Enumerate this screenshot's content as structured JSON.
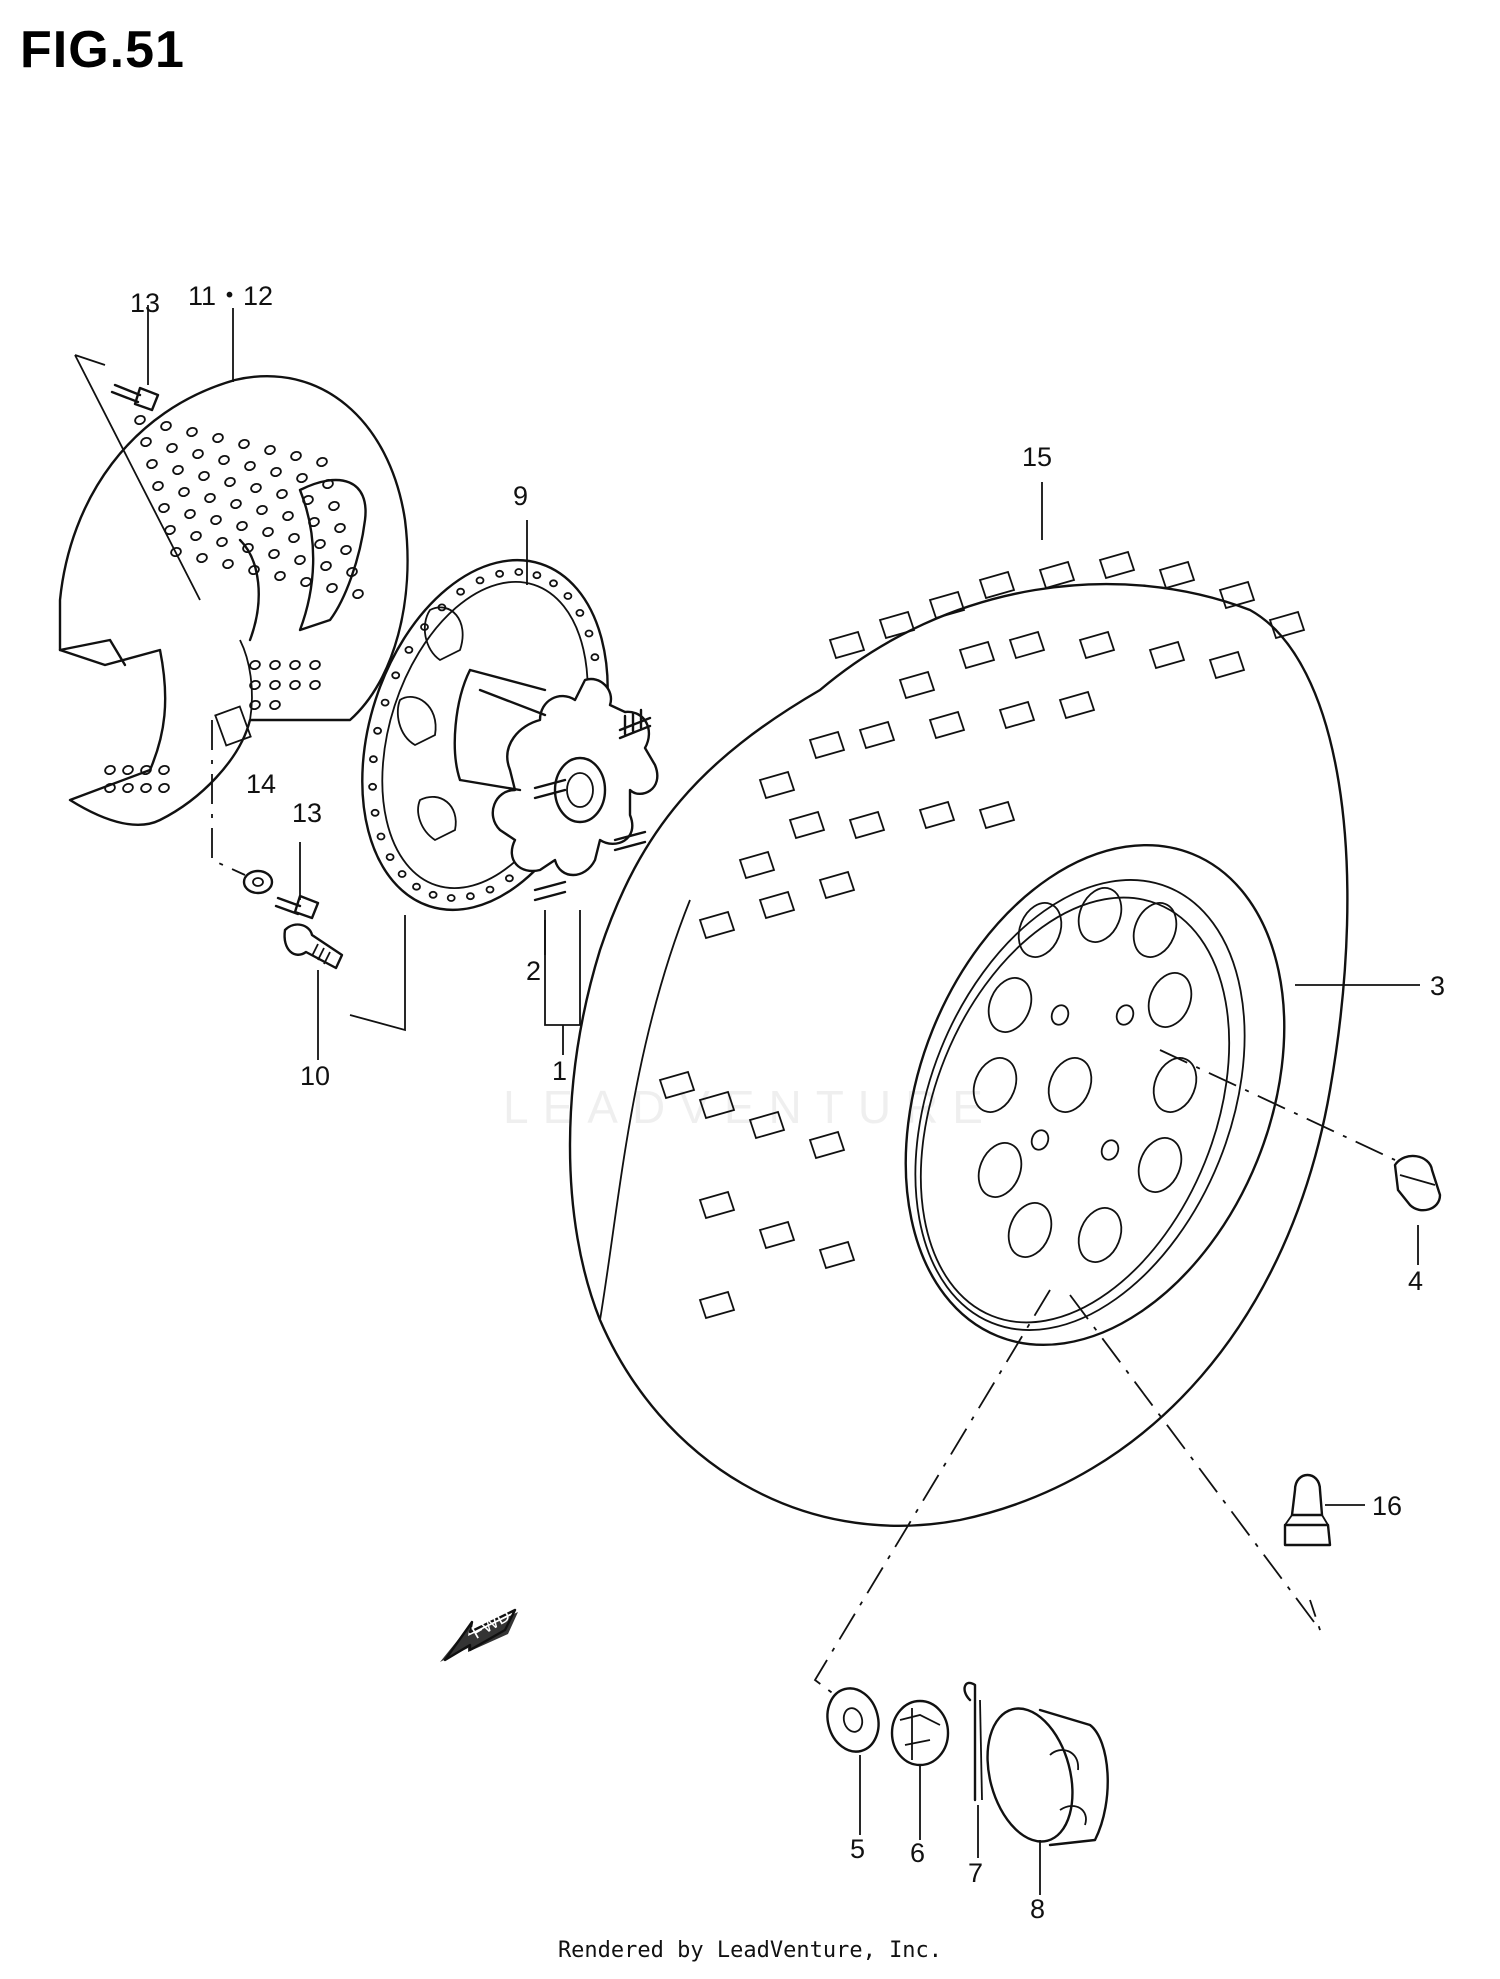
{
  "figure": {
    "title": "FIG.51"
  },
  "footer": {
    "text": "Rendered by LeadVenture, Inc."
  },
  "watermark": {
    "text": "LEADVENTURE"
  },
  "fwd_arrow": {
    "label": "FWD"
  },
  "callouts": [
    {
      "id": "c-1",
      "label": "1"
    },
    {
      "id": "c-2",
      "label": "2"
    },
    {
      "id": "c-3",
      "label": "3"
    },
    {
      "id": "c-4",
      "label": "4"
    },
    {
      "id": "c-5",
      "label": "5"
    },
    {
      "id": "c-6",
      "label": "6"
    },
    {
      "id": "c-7",
      "label": "7"
    },
    {
      "id": "c-8",
      "label": "8"
    },
    {
      "id": "c-9",
      "label": "9"
    },
    {
      "id": "c-10",
      "label": "10"
    },
    {
      "id": "c-11-12",
      "label": "11・12"
    },
    {
      "id": "c-13a",
      "label": "13"
    },
    {
      "id": "c-13b",
      "label": "13"
    },
    {
      "id": "c-14",
      "label": "14"
    },
    {
      "id": "c-15",
      "label": "15"
    },
    {
      "id": "c-16",
      "label": "16"
    }
  ]
}
